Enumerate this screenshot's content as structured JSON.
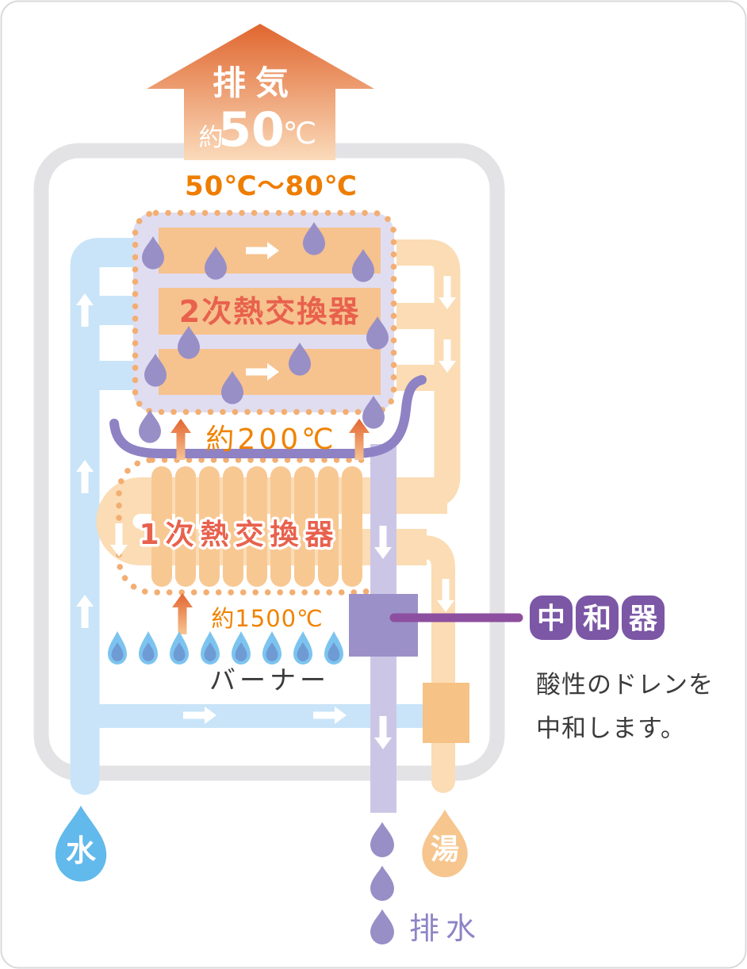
{
  "diagram_title": "condensing-water-heater-cutaway",
  "exhaust": {
    "label": "排気",
    "approx": "約",
    "value": "50",
    "unit": "℃"
  },
  "inner_top_temp_range": "50℃〜80℃",
  "secondary_hx": {
    "label": "2次熱交換器"
  },
  "mid_temp": {
    "label": "約200℃"
  },
  "primary_hx": {
    "label": "1次熱交換器"
  },
  "burner_temp": {
    "label": "約1500℃"
  },
  "burner": {
    "label": "バーナー"
  },
  "neutralizer": {
    "chars": [
      "中",
      "和",
      "器"
    ],
    "description_line1": "酸性のドレンを",
    "description_line2": "中和します。"
  },
  "legend": {
    "cold_water": "水",
    "hot_water": "湯",
    "drain": "排水"
  },
  "palette": {
    "frame_gray": "#e3e3e6",
    "pipe_blue": "#c9e4f8",
    "pipe_orange": "#fbdcb4",
    "pipe_lavender": "#ccc6e6",
    "hx_bar_orange": "#f6c28e",
    "fin_orange": "#f8c893",
    "box_lavender": "#e0ddf1",
    "dot_orange": "#f3ae72",
    "droplet_purple": "#988fc7",
    "pan_purple": "#8e82c4",
    "neutralizer_purple": "#9c90c9",
    "connector_purple": "#8d4f9f",
    "badge_purple": "#7b57a6",
    "component_orange": "#f6c285",
    "flame_blue": "#7cc4ef",
    "flame_core": "#6f9bd4",
    "water_blue": "#62b9eb",
    "hot_water_orange": "#f6c68e",
    "temp_text_orange": "#f08300",
    "hx_text_orange": "#e8614d",
    "range_text_orange": "#ee7d00",
    "body_text_dark": "#3b3b3b",
    "drain_text_purple": "#8d84c6",
    "arrow_gradient_top": "#e0662f",
    "arrow_gradient_bottom": "#fbddbd"
  }
}
